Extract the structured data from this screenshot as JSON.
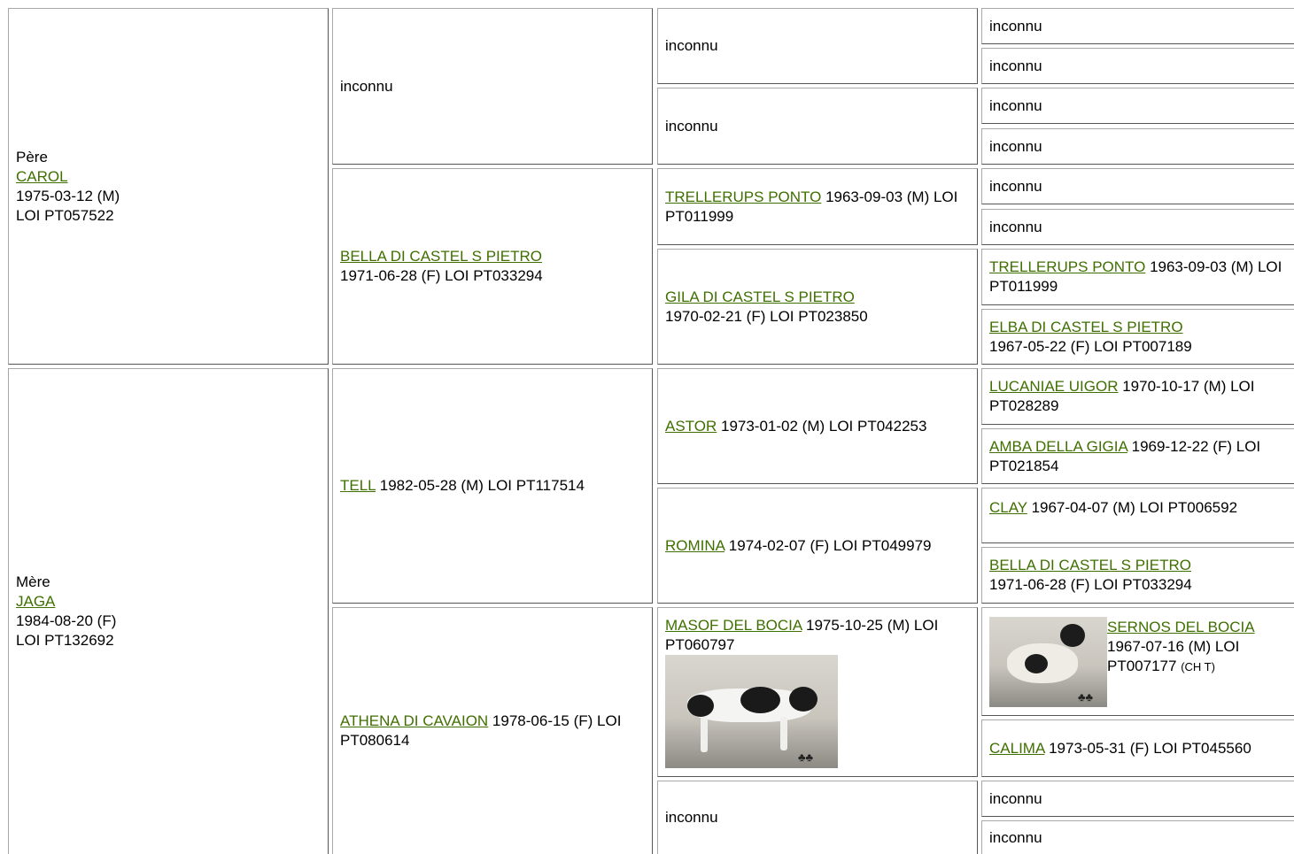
{
  "labels": {
    "unknown": "inconnu"
  },
  "gen1": {
    "sire": {
      "role": "Père",
      "name": "CAROL",
      "line1": "1975-03-12 (M)",
      "line2": "LOI PT057522"
    },
    "dam": {
      "role": "Mère",
      "name": "JAGA",
      "line1": "1984-08-20 (F)",
      "line2": "LOI PT132692"
    }
  },
  "gen2": {
    "sire_dam": {
      "name": "BELLA DI CASTEL S PIETRO",
      "info": "1971-06-28 (F) LOI PT033294"
    },
    "dam_sire": {
      "name": "TELL",
      "info": " 1982-05-28 (M) LOI PT117514"
    },
    "dam_dam": {
      "name": "ATHENA DI CAVAION",
      "info": " 1978-06-15 (F) LOI PT080614"
    }
  },
  "gen3": {
    "trellerups": {
      "name": "TRELLERUPS PONTO",
      "info": " 1963-09-03 (M) LOI PT011999"
    },
    "gila": {
      "name": "GILA DI CASTEL S PIETRO",
      "info": "1970-02-21 (F) LOI PT023850"
    },
    "astor": {
      "name": "ASTOR",
      "info": " 1973-01-02 (M) LOI PT042253"
    },
    "romina": {
      "name": "ROMINA",
      "info": " 1974-02-07 (F) LOI PT049979"
    },
    "masof": {
      "name": "MASOF DEL BOCIA",
      "info": " 1975-10-25 (M) LOI PT060797"
    }
  },
  "gen4": {
    "trellerups": {
      "name": "TRELLERUPS PONTO",
      "info": " 1963-09-03 (M) LOI PT011999"
    },
    "elba": {
      "name": "ELBA DI CASTEL S PIETRO",
      "info": "1967-05-22 (F) LOI PT007189"
    },
    "lucaniae": {
      "name": "LUCANIAE UIGOR",
      "info": " 1970-10-17 (M) LOI PT028289"
    },
    "amba": {
      "name": "AMBA DELLA GIGIA",
      "info": " 1969-12-22 (F) LOI PT021854"
    },
    "clay": {
      "name": "CLAY",
      "info": " 1967-04-07 (M) LOI PT006592"
    },
    "bella": {
      "name": "BELLA DI CASTEL S PIETRO",
      "info": "1971-06-28 (F) LOI PT033294"
    },
    "sernos": {
      "name": "SERNOS DEL BOCIA",
      "info": "1967-07-16 (M) LOI PT007177 ",
      "title": "(CH T)"
    },
    "calima": {
      "name": "CALIMA",
      "info": " 1973-05-31 (F) LOI PT045560"
    }
  }
}
